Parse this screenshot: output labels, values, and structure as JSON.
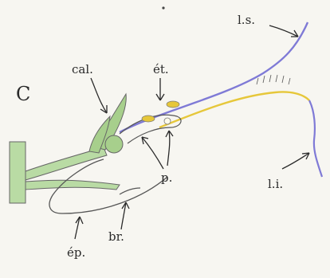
{
  "figure": {
    "panel_letter": "C",
    "labels": {
      "calyx": "cal.",
      "stamen": "ét.",
      "upper_lip": "l.s.",
      "petals": "p.",
      "lower_lip": "l.i.",
      "spur": "ép.",
      "bract": "br."
    }
  },
  "colors": {
    "paper": "#f7f6f1",
    "ink": "#2a2a2a",
    "stem_green": "#b9dba4",
    "sepal_green": "#a7cf8c",
    "lip_blue": "#7f7ad6",
    "lip_yellow": "#e6c73a"
  }
}
